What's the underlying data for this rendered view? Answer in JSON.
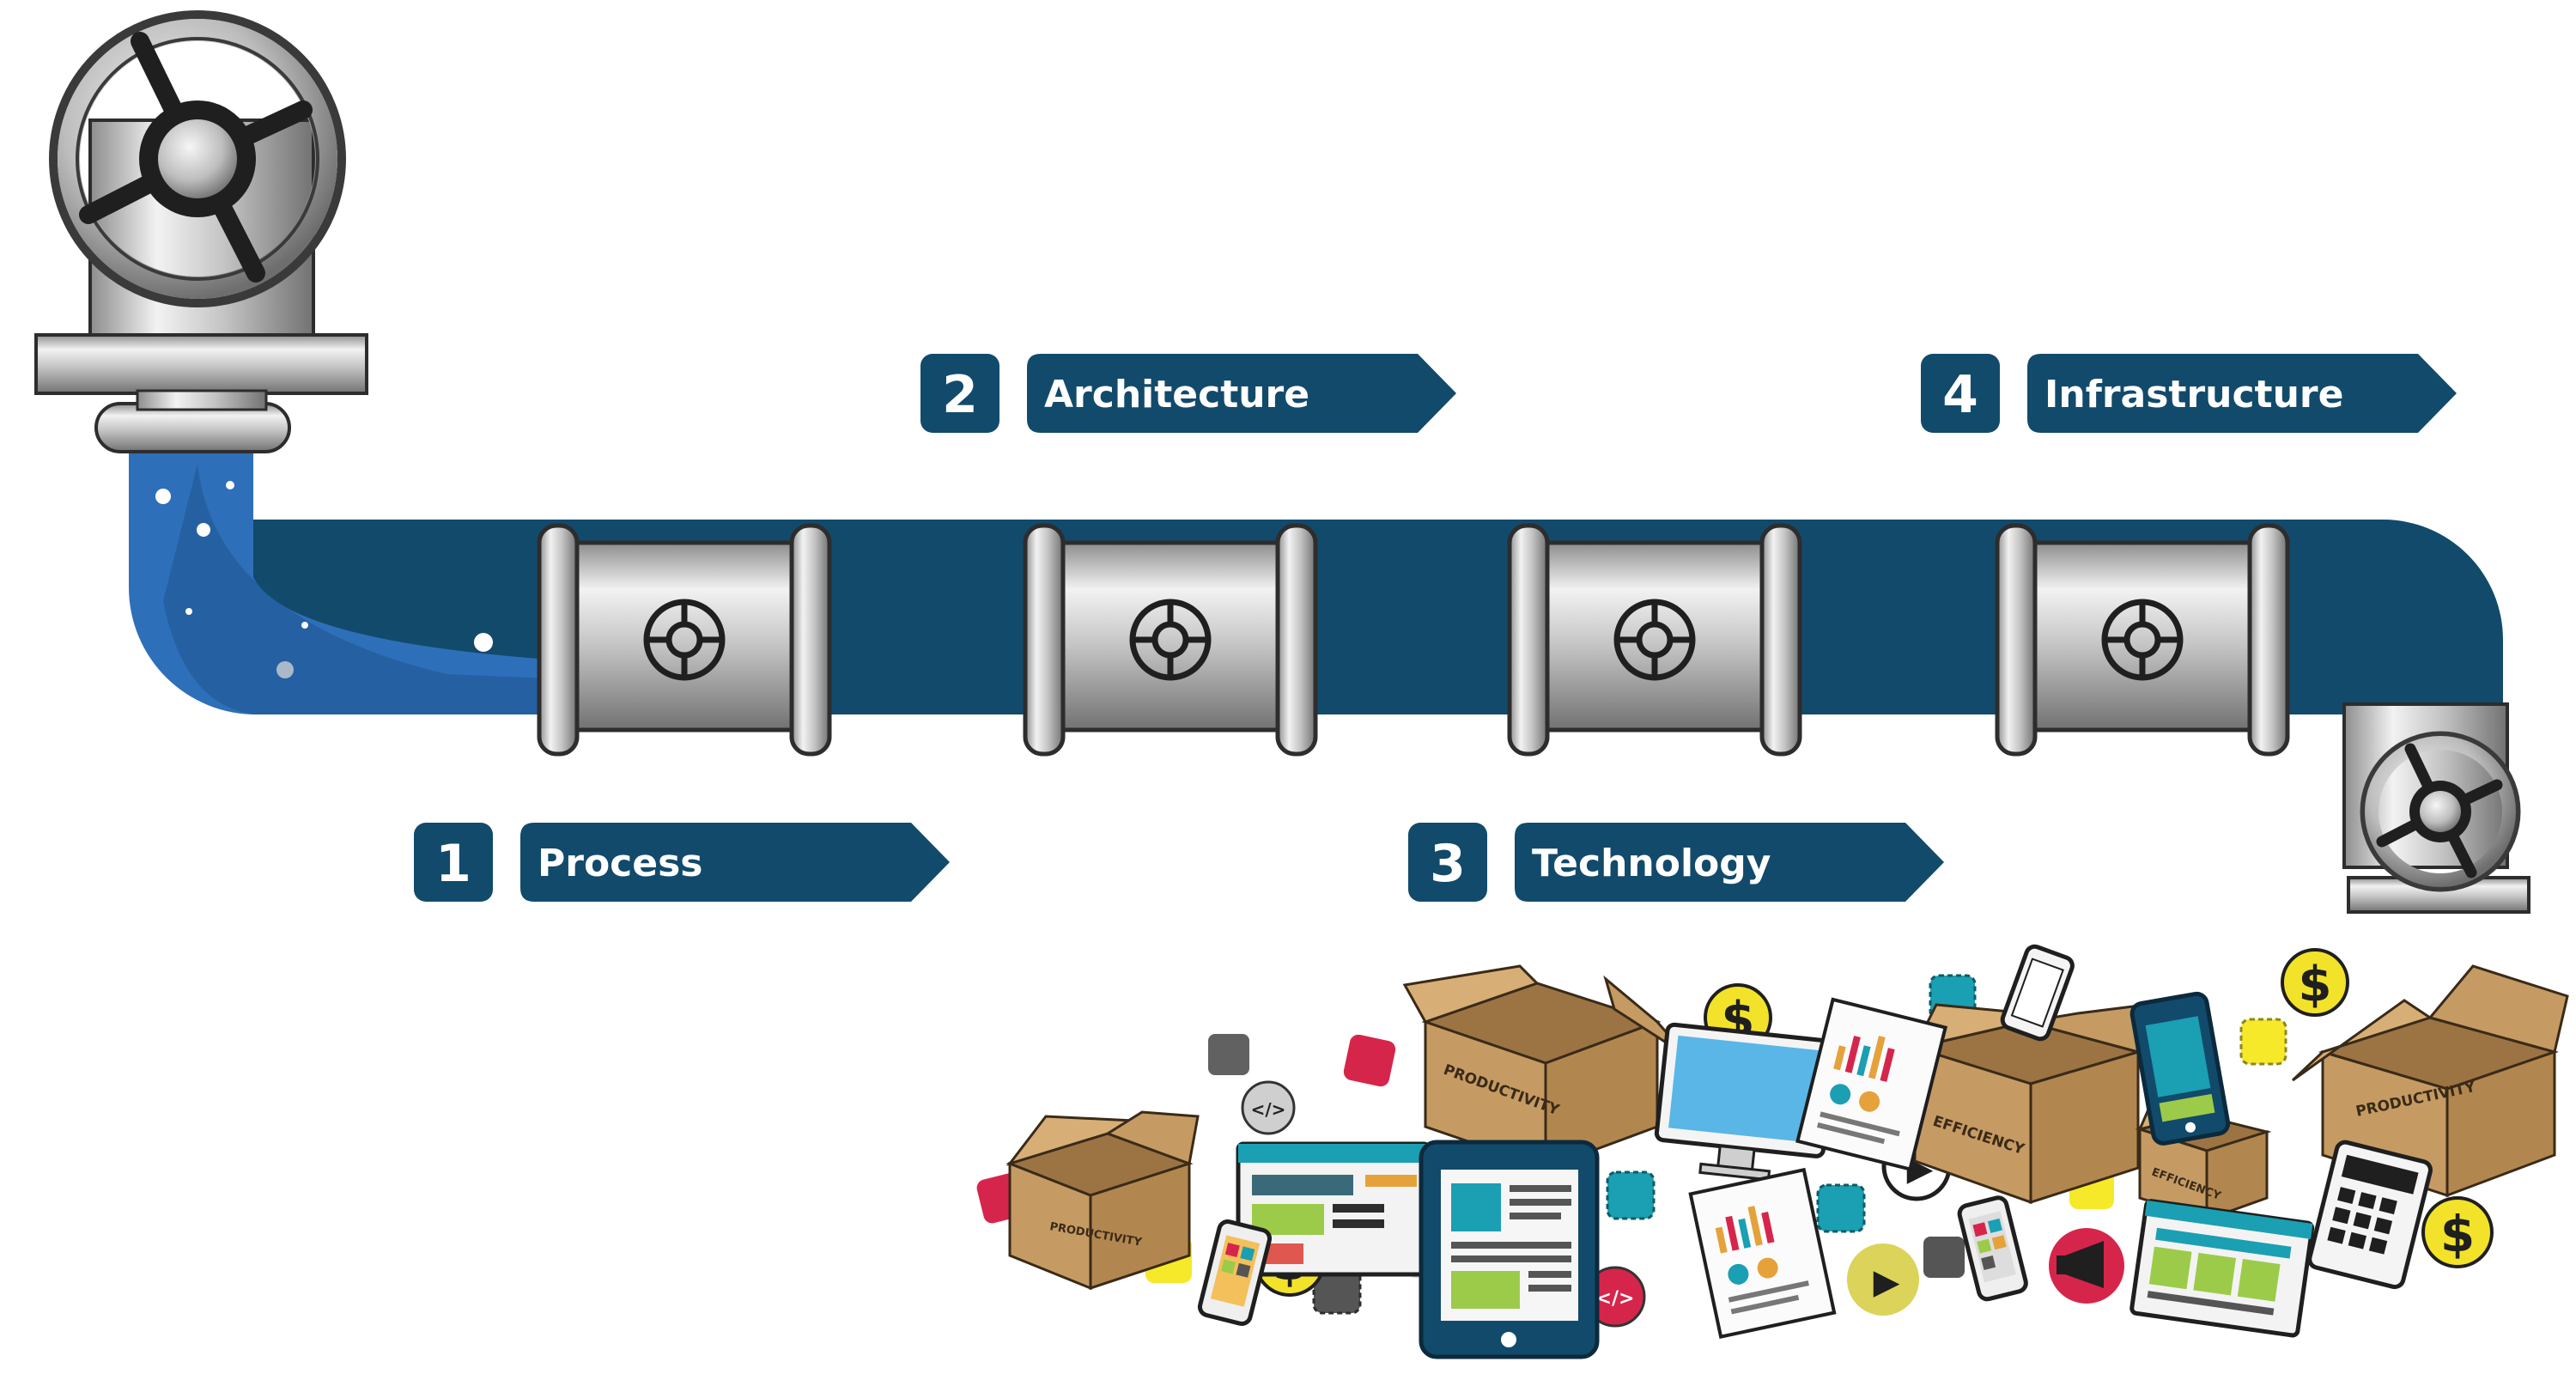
{
  "colors": {
    "pipe": "#124a6b",
    "water": "#2e6fba",
    "label_bg": "#124a6b",
    "label_text": "#ffffff",
    "metal_light": "#d8d8d8",
    "metal_dark": "#7c7c7c",
    "box": "#c59b63",
    "coin": "#f2e32a"
  },
  "stages": [
    {
      "number": "1",
      "label": "Process"
    },
    {
      "number": "2",
      "label": "Architecture"
    },
    {
      "number": "3",
      "label": "Technology"
    },
    {
      "number": "4",
      "label": "Infrastructure"
    }
  ],
  "boxes": {
    "productivity": "PRODUCTIVITY",
    "efficiency": "EFFICIENCY"
  },
  "icons": {
    "dollar": "$",
    "code": "</>",
    "play": "▶"
  }
}
